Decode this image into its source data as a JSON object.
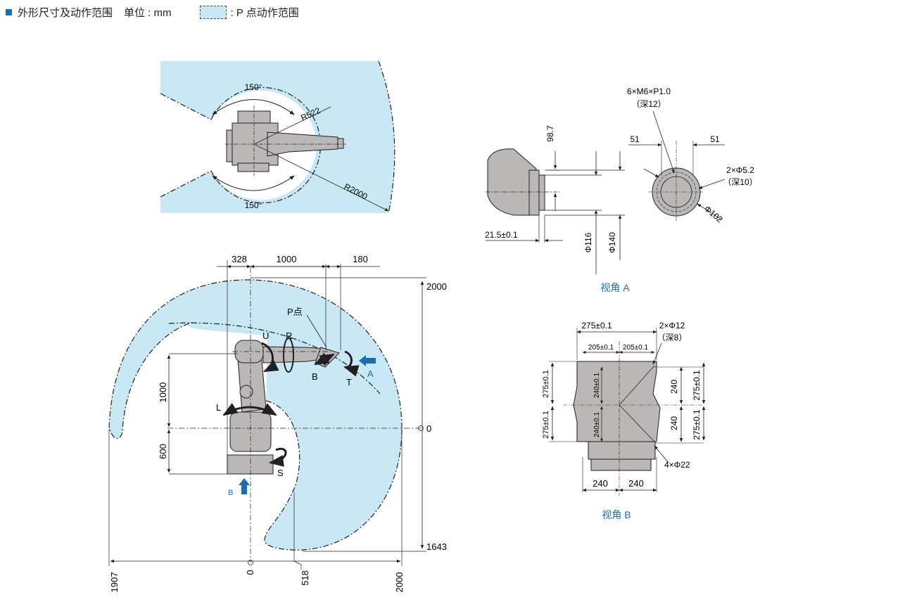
{
  "header": {
    "title": "外形尺寸及动作范围",
    "unit": "单位 : mm",
    "legend": ": P 点动作范围"
  },
  "top_view": {
    "angle_top": "150°",
    "angle_bottom": "150°",
    "r_inner": "R522",
    "r_outer": "R2000"
  },
  "side_view": {
    "dim_top": [
      "328",
      "1000",
      "180"
    ],
    "right_top": "2000",
    "right_zero": "0",
    "right_bottom": "1643",
    "left_1000": "1000",
    "left_600": "600",
    "bottom": [
      "1907",
      "0",
      "518",
      "2000"
    ],
    "axis_U": "U",
    "axis_R": "R",
    "axis_B": "B",
    "axis_T": "T",
    "axis_L": "L",
    "axis_S": "S",
    "p_point": "P点",
    "arrow_A": "A",
    "arrow_B": "B"
  },
  "view_a": {
    "caption": "视角 A",
    "d987": "98.7",
    "d215": "21.5±0.1",
    "phi116": "Φ116",
    "phi140": "Φ140",
    "thread": "6×M6×P1.0",
    "thread_depth": "（深12）",
    "w51_left": "51",
    "w51_right": "51",
    "pin": "2×Φ5.2",
    "pin_depth": "（深10）",
    "phi102": "Φ102"
  },
  "view_b": {
    "caption": "视角 B",
    "top_275": "275±0.1",
    "s205_left": "205±0.1",
    "s205_right": "205±0.1",
    "holes12": "2×Φ12",
    "holes12_depth": "（深8）",
    "left_275_top": "275±0.1",
    "left_275_bottom": "275±0.1",
    "in_240_top": "240±0.1",
    "in_240_bottom": "240±0.1",
    "r240_top": "240",
    "r240_bottom": "240",
    "r275_top": "275±0.1",
    "r275_bottom": "275±0.1",
    "holes22": "4×Φ22",
    "bottom_240_left": "240",
    "bottom_240_right": "240"
  },
  "colors": {
    "range_fill": "#c8e8f6",
    "robot_fill": "#b9b8b6",
    "accent": "#1a6fb4",
    "line": "#231f20"
  }
}
